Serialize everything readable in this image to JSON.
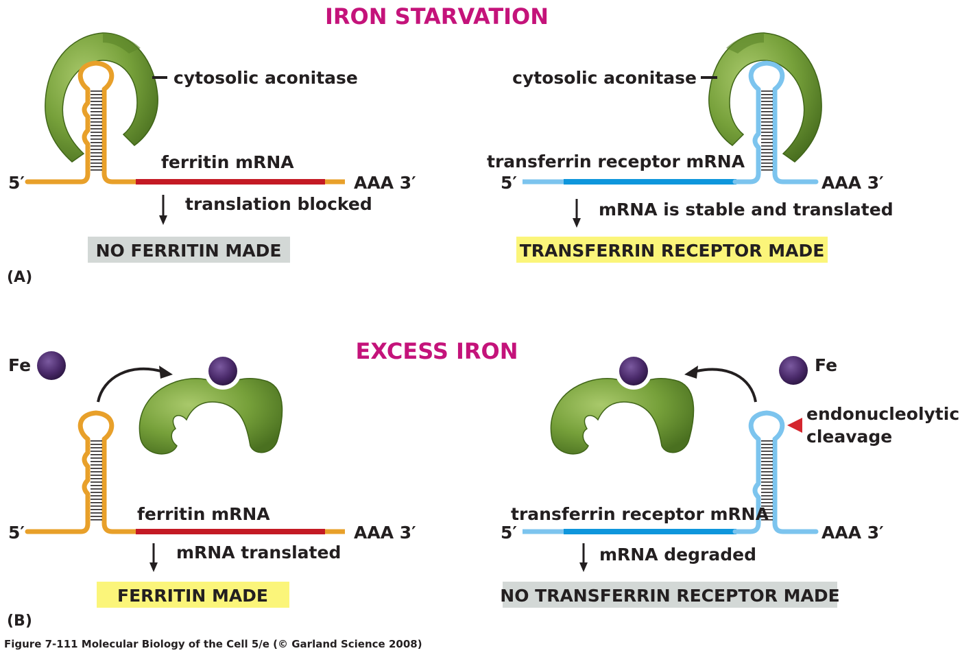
{
  "headings": {
    "iron_starvation": "IRON STARVATION",
    "excess_iron": "EXCESS IRON"
  },
  "panel_a": {
    "label": "(A)",
    "left": {
      "protein_label": "cytosolic aconitase",
      "mrna_label": "ferritin mRNA",
      "five_prime": "5′",
      "three_prime": "AAA 3′",
      "arrow_text": "translation blocked",
      "outcome": "NO FERRITIN MADE"
    },
    "right": {
      "protein_label": "cytosolic aconitase",
      "mrna_label": "transferrin receptor mRNA",
      "five_prime": "5′",
      "three_prime": "AAA 3′",
      "arrow_text": "mRNA is stable and translated",
      "outcome": "TRANSFERRIN RECEPTOR MADE"
    }
  },
  "panel_b": {
    "label": "(B)",
    "left": {
      "fe_label": "Fe",
      "mrna_label": "ferritin mRNA",
      "five_prime": "5′",
      "three_prime": "AAA 3′",
      "arrow_text": "mRNA translated",
      "outcome": "FERRITIN MADE"
    },
    "right": {
      "fe_label": "Fe",
      "cleavage_label_1": "endonucleolytic",
      "cleavage_label_2": "cleavage",
      "mrna_label": "transferrin receptor mRNA",
      "five_prime": "5′",
      "three_prime": "AAA 3′",
      "arrow_text": "mRNA degraded",
      "outcome": "NO TRANSFERRIN RECEPTOR MADE"
    }
  },
  "caption": "Figure 7-111  Molecular Biology of the Cell 5/e (© Garland Science 2008)",
  "colors": {
    "heading": "#c4137a",
    "ferritin_rna": "#e8a02a",
    "ferritin_coding": "#c41a24",
    "transferrin_rna": "#7cc4ee",
    "transferrin_coding": "#0e96dc",
    "aconitase": "#6f9a33",
    "iron": "#4a2a6a",
    "gray_box": "#d3d8d6",
    "yellow_box": "#fbf57a",
    "cleavage_marker": "#d4262e"
  }
}
